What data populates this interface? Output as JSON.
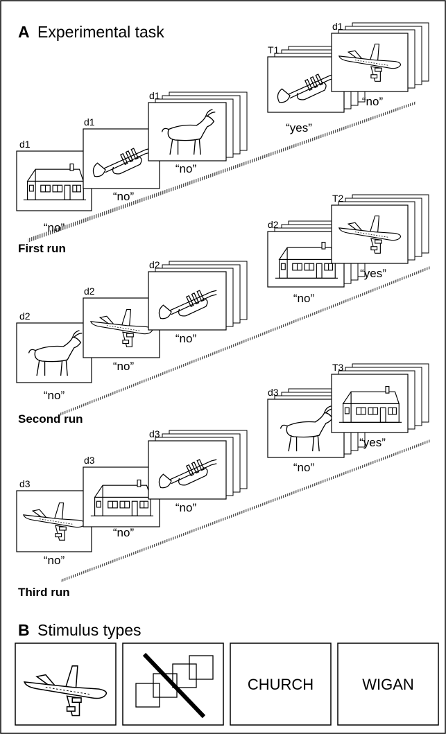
{
  "panel_a": {
    "letter": "A",
    "title": "Experimental task",
    "runs": [
      {
        "run_label": "First run",
        "trials": [
          {
            "label": "d1",
            "stimulus": "house",
            "response": "“no”"
          },
          {
            "label": "d1",
            "stimulus": "trumpet",
            "response": "“no”"
          },
          {
            "label": "d1",
            "stimulus": "goat",
            "response": "“no”"
          },
          {
            "label": "T1",
            "stimulus": "trumpet",
            "response": "“yes”"
          },
          {
            "label": "d1",
            "stimulus": "airplane",
            "response": "“no”"
          }
        ]
      },
      {
        "run_label": "Second run",
        "trials": [
          {
            "label": "d2",
            "stimulus": "goat",
            "response": "“no”"
          },
          {
            "label": "d2",
            "stimulus": "airplane",
            "response": "“no”"
          },
          {
            "label": "d2",
            "stimulus": "trumpet",
            "response": "“no”"
          },
          {
            "label": "d2",
            "stimulus": "house",
            "response": "“no”"
          },
          {
            "label": "T2",
            "stimulus": "airplane",
            "response": "“yes”"
          }
        ]
      },
      {
        "run_label": "Third run",
        "trials": [
          {
            "label": "d3",
            "stimulus": "airplane",
            "response": "“no”"
          },
          {
            "label": "d3",
            "stimulus": "house",
            "response": "“no”"
          },
          {
            "label": "d3",
            "stimulus": "trumpet",
            "response": "“no”"
          },
          {
            "label": "d3",
            "stimulus": "goat",
            "response": "“no”"
          },
          {
            "label": "T3",
            "stimulus": "house",
            "response": "“yes”"
          }
        ]
      }
    ]
  },
  "panel_b": {
    "letter": "B",
    "title": "Stimulus types",
    "items": [
      {
        "kind": "picture",
        "icon": "airplane-icon"
      },
      {
        "kind": "scrambled",
        "icon": "scrambled-squares-icon"
      },
      {
        "kind": "word",
        "text": "CHURCH"
      },
      {
        "kind": "word",
        "text": "WIGAN"
      }
    ]
  },
  "colors": {
    "ink": "#000000",
    "background": "#ffffff",
    "ramp": "#555555"
  }
}
